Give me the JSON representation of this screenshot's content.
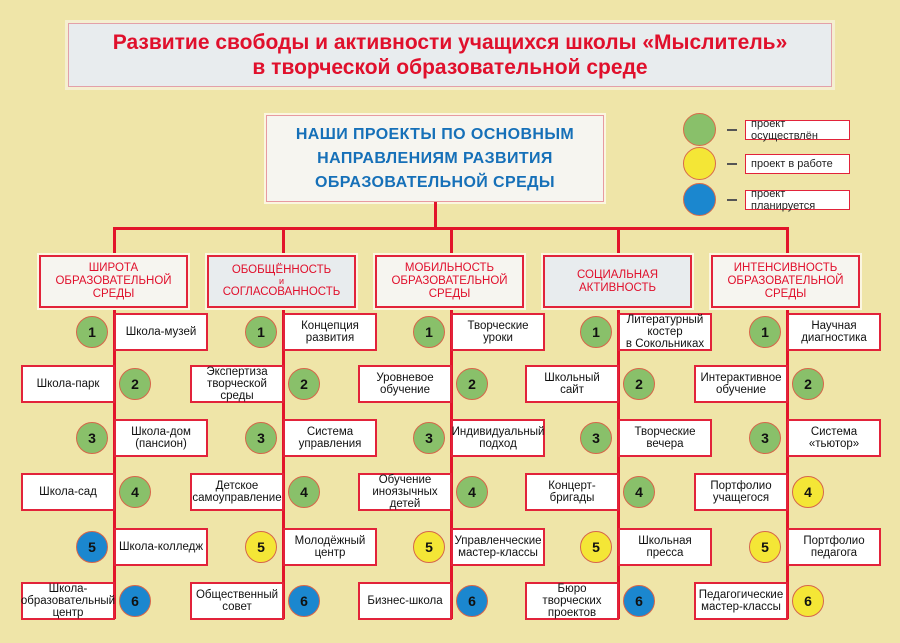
{
  "title": {
    "line1": "Развитие свободы и активности учащихся школы «Мыслитель»",
    "line2": "в творческой образовательной среде"
  },
  "main": {
    "line1": "НАШИ ПРОЕКТЫ ПО ОСНОВНЫМ",
    "line2": "НАПРАВЛЕНИЯМ РАЗВИТИЯ",
    "line3": "ОБРАЗОВАТЕЛЬНОЙ СРЕДЫ"
  },
  "legend": [
    {
      "status": "done",
      "color": "#89c06a",
      "label": "проект осуществлён"
    },
    {
      "status": "in-progress",
      "color": "#f4e636",
      "label": "проект в работе"
    },
    {
      "status": "planned",
      "color": "#1b87cf",
      "label": "проект планируется"
    }
  ],
  "colors": {
    "background": "#efe5a8",
    "accent_red": "#e0102c",
    "heading_blue": "#1670b8",
    "done": "#89c06a",
    "in_progress": "#f4e636",
    "planned": "#1b87cf"
  },
  "categories": [
    {
      "lines": [
        "ШИРОТА",
        "ОБРАЗОВАТЕЛЬНОЙ",
        "СРЕДЫ"
      ],
      "projects": [
        {
          "num": "1",
          "status": "done",
          "lines": [
            "Школа-музей"
          ]
        },
        {
          "num": "2",
          "status": "done",
          "lines": [
            "Школа-парк"
          ]
        },
        {
          "num": "3",
          "status": "done",
          "lines": [
            "Школа-дом",
            "(пансион)"
          ]
        },
        {
          "num": "4",
          "status": "done",
          "lines": [
            "Школа-сад"
          ]
        },
        {
          "num": "5",
          "status": "planned",
          "lines": [
            "Школа-колледж"
          ]
        },
        {
          "num": "6",
          "status": "planned",
          "lines": [
            "Школа-",
            "образовательный",
            "центр"
          ]
        }
      ]
    },
    {
      "lines": [
        "ОБОБЩЁННОСТЬ",
        "и",
        "СОГЛАСОВАННОСТЬ"
      ],
      "projects": [
        {
          "num": "1",
          "status": "done",
          "lines": [
            "Концепция",
            "развития"
          ]
        },
        {
          "num": "2",
          "status": "done",
          "lines": [
            "Экспертиза",
            "творческой",
            "среды"
          ]
        },
        {
          "num": "3",
          "status": "done",
          "lines": [
            "Система",
            "управления"
          ]
        },
        {
          "num": "4",
          "status": "done",
          "lines": [
            "Детское",
            "самоуправление"
          ]
        },
        {
          "num": "5",
          "status": "in-progress",
          "lines": [
            "Молодёжный",
            "центр"
          ]
        },
        {
          "num": "6",
          "status": "planned",
          "lines": [
            "Общественный",
            "совет"
          ]
        }
      ]
    },
    {
      "lines": [
        "МОБИЛЬНОСТЬ",
        "ОБРАЗОВАТЕЛЬНОЙ",
        "СРЕДЫ"
      ],
      "projects": [
        {
          "num": "1",
          "status": "done",
          "lines": [
            "Творческие",
            "уроки"
          ]
        },
        {
          "num": "2",
          "status": "done",
          "lines": [
            "Уровневое",
            "обучение"
          ]
        },
        {
          "num": "3",
          "status": "done",
          "lines": [
            "Индивидуальный",
            "подход"
          ]
        },
        {
          "num": "4",
          "status": "done",
          "lines": [
            "Обучение",
            "иноязычных",
            "детей"
          ]
        },
        {
          "num": "5",
          "status": "in-progress",
          "lines": [
            "Управленческие",
            "мастер-классы"
          ]
        },
        {
          "num": "6",
          "status": "planned",
          "lines": [
            "Бизнес-школа"
          ]
        }
      ]
    },
    {
      "lines": [
        "СОЦИАЛЬНАЯ",
        "АКТИВНОСТЬ"
      ],
      "projects": [
        {
          "num": "1",
          "status": "done",
          "lines": [
            "Литературный",
            "костер",
            "в Сокольниках"
          ]
        },
        {
          "num": "2",
          "status": "done",
          "lines": [
            "Школьный",
            "сайт"
          ]
        },
        {
          "num": "3",
          "status": "done",
          "lines": [
            "Творческие",
            "вечера"
          ]
        },
        {
          "num": "4",
          "status": "done",
          "lines": [
            "Концерт-",
            "бригады"
          ]
        },
        {
          "num": "5",
          "status": "in-progress",
          "lines": [
            "Школьная",
            "пресса"
          ]
        },
        {
          "num": "6",
          "status": "planned",
          "lines": [
            "Бюро",
            "творческих",
            "проектов"
          ]
        }
      ]
    },
    {
      "lines": [
        "ИНТЕНСИВНОСТЬ",
        "ОБРАЗОВАТЕЛЬНОЙ",
        "СРЕДЫ"
      ],
      "projects": [
        {
          "num": "1",
          "status": "done",
          "lines": [
            "Научная",
            "диагностика"
          ]
        },
        {
          "num": "2",
          "status": "done",
          "lines": [
            "Интерактивное",
            "обучение"
          ]
        },
        {
          "num": "3",
          "status": "done",
          "lines": [
            "Система",
            "«тьютор»"
          ]
        },
        {
          "num": "4",
          "status": "in-progress",
          "lines": [
            "Портфолио",
            "учащегося"
          ]
        },
        {
          "num": "5",
          "status": "in-progress",
          "lines": [
            "Портфолио",
            "педагога"
          ]
        },
        {
          "num": "6",
          "status": "in-progress",
          "lines": [
            "Педагогические",
            "мастер-классы"
          ]
        }
      ]
    }
  ]
}
